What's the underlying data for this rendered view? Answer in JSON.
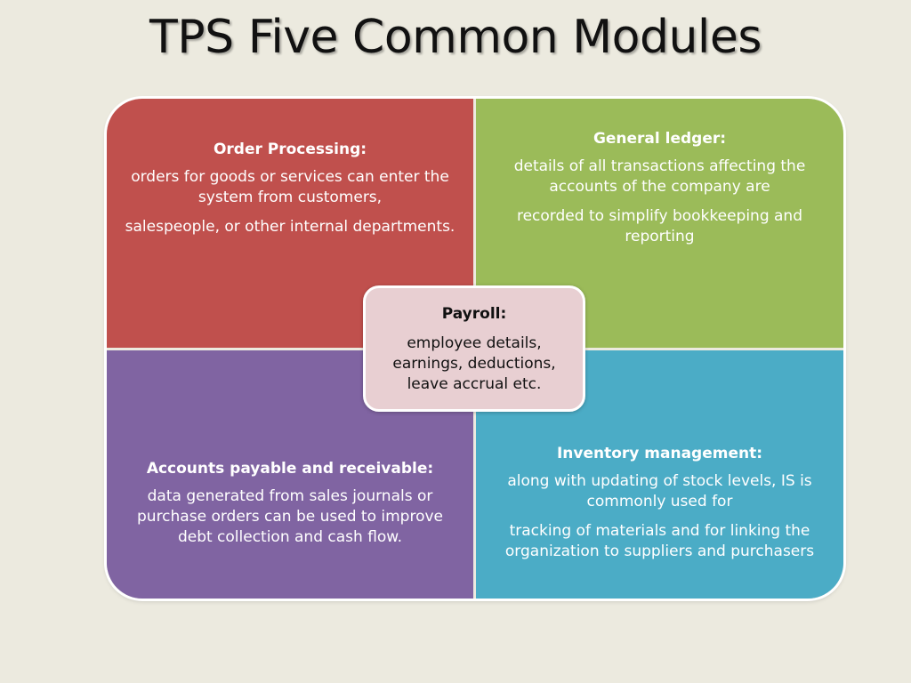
{
  "title": "TPS Five Common Modules",
  "colors": {
    "background": "#ECEADF",
    "order_processing": "#C0504D",
    "general_ledger": "#9BBB59",
    "accounts": "#8064A2",
    "inventory": "#4BACC6",
    "payroll": "#E8CFD2"
  },
  "modules": {
    "order_processing": {
      "heading": "Order Processing:",
      "line1": "orders for goods or services can enter the system from customers,",
      "line2": "salespeople, or other internal departments."
    },
    "general_ledger": {
      "heading": "General ledger:",
      "line1": "details of all transactions affecting the accounts of the company are",
      "line2": "recorded to simplify bookkeeping and reporting"
    },
    "accounts": {
      "heading": "Accounts payable and receivable:",
      "line1": "data generated from sales journals or purchase orders can be used to improve debt collection and cash flow."
    },
    "inventory": {
      "heading": "Inventory management:",
      "line1": "along with updating of stock levels, IS is commonly used for",
      "line2": "tracking of materials and for linking the organization to suppliers and purchasers"
    },
    "payroll": {
      "heading": "Payroll:",
      "line1": "employee details, earnings, deductions, leave accrual etc."
    }
  }
}
